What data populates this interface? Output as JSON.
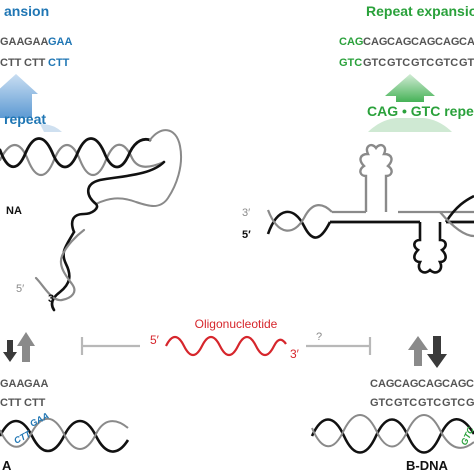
{
  "colors": {
    "blue": "#1f76b4",
    "green": "#2aa13b",
    "red": "#d6262c",
    "black": "#111111",
    "gray": "#8a8a8a",
    "light_gray": "#b8b8b8",
    "dark_arrow": "#3a3a3a",
    "blue_arrow_top": "#c9def2",
    "blue_arrow_bottom": "#5d9ad3",
    "green_arrow_top": "#d3ecd6",
    "green_arrow_bottom": "#46b257"
  },
  "left_panel": {
    "header": "ansion",
    "seq_top": [
      "GAA",
      "GAA",
      "GAA"
    ],
    "seq_bottom": [
      "CTT",
      "CTT",
      "CTT"
    ],
    "repeat_label": "repeat",
    "dna_label": "NA",
    "end_five": "5′",
    "end_three": "3′",
    "bottom_seq_top": [
      "GAA",
      "GAA"
    ],
    "bottom_seq_bottom": [
      "CTT",
      "CTT"
    ],
    "dna_tag_top": "GAA",
    "dna_tag_bottom": "CTT",
    "bottom_label": "A"
  },
  "right_panel": {
    "header": "Repeat expansio",
    "seq_top": [
      "CAG",
      "CAG",
      "CAG",
      "CAG",
      "CAG",
      "CA"
    ],
    "seq_bottom": [
      "GTC",
      "GTC",
      "GTC",
      "GTC",
      "GTC",
      "GT"
    ],
    "repeat_label": "CAG • GTC repea",
    "end_three": "3′",
    "end_five": "5′",
    "bottom_seq_top": [
      "CAG",
      "CAG",
      "CAG",
      "CAG",
      "C"
    ],
    "bottom_seq_bottom": [
      "GTC",
      "GTC",
      "GTC",
      "GTC",
      "G"
    ],
    "dna_tag": "GTC",
    "bottom_label": "B-DNA"
  },
  "center": {
    "oligo_label": "Oligonucleotide",
    "five_end": "5′",
    "three_end": "3′",
    "question": "?"
  }
}
